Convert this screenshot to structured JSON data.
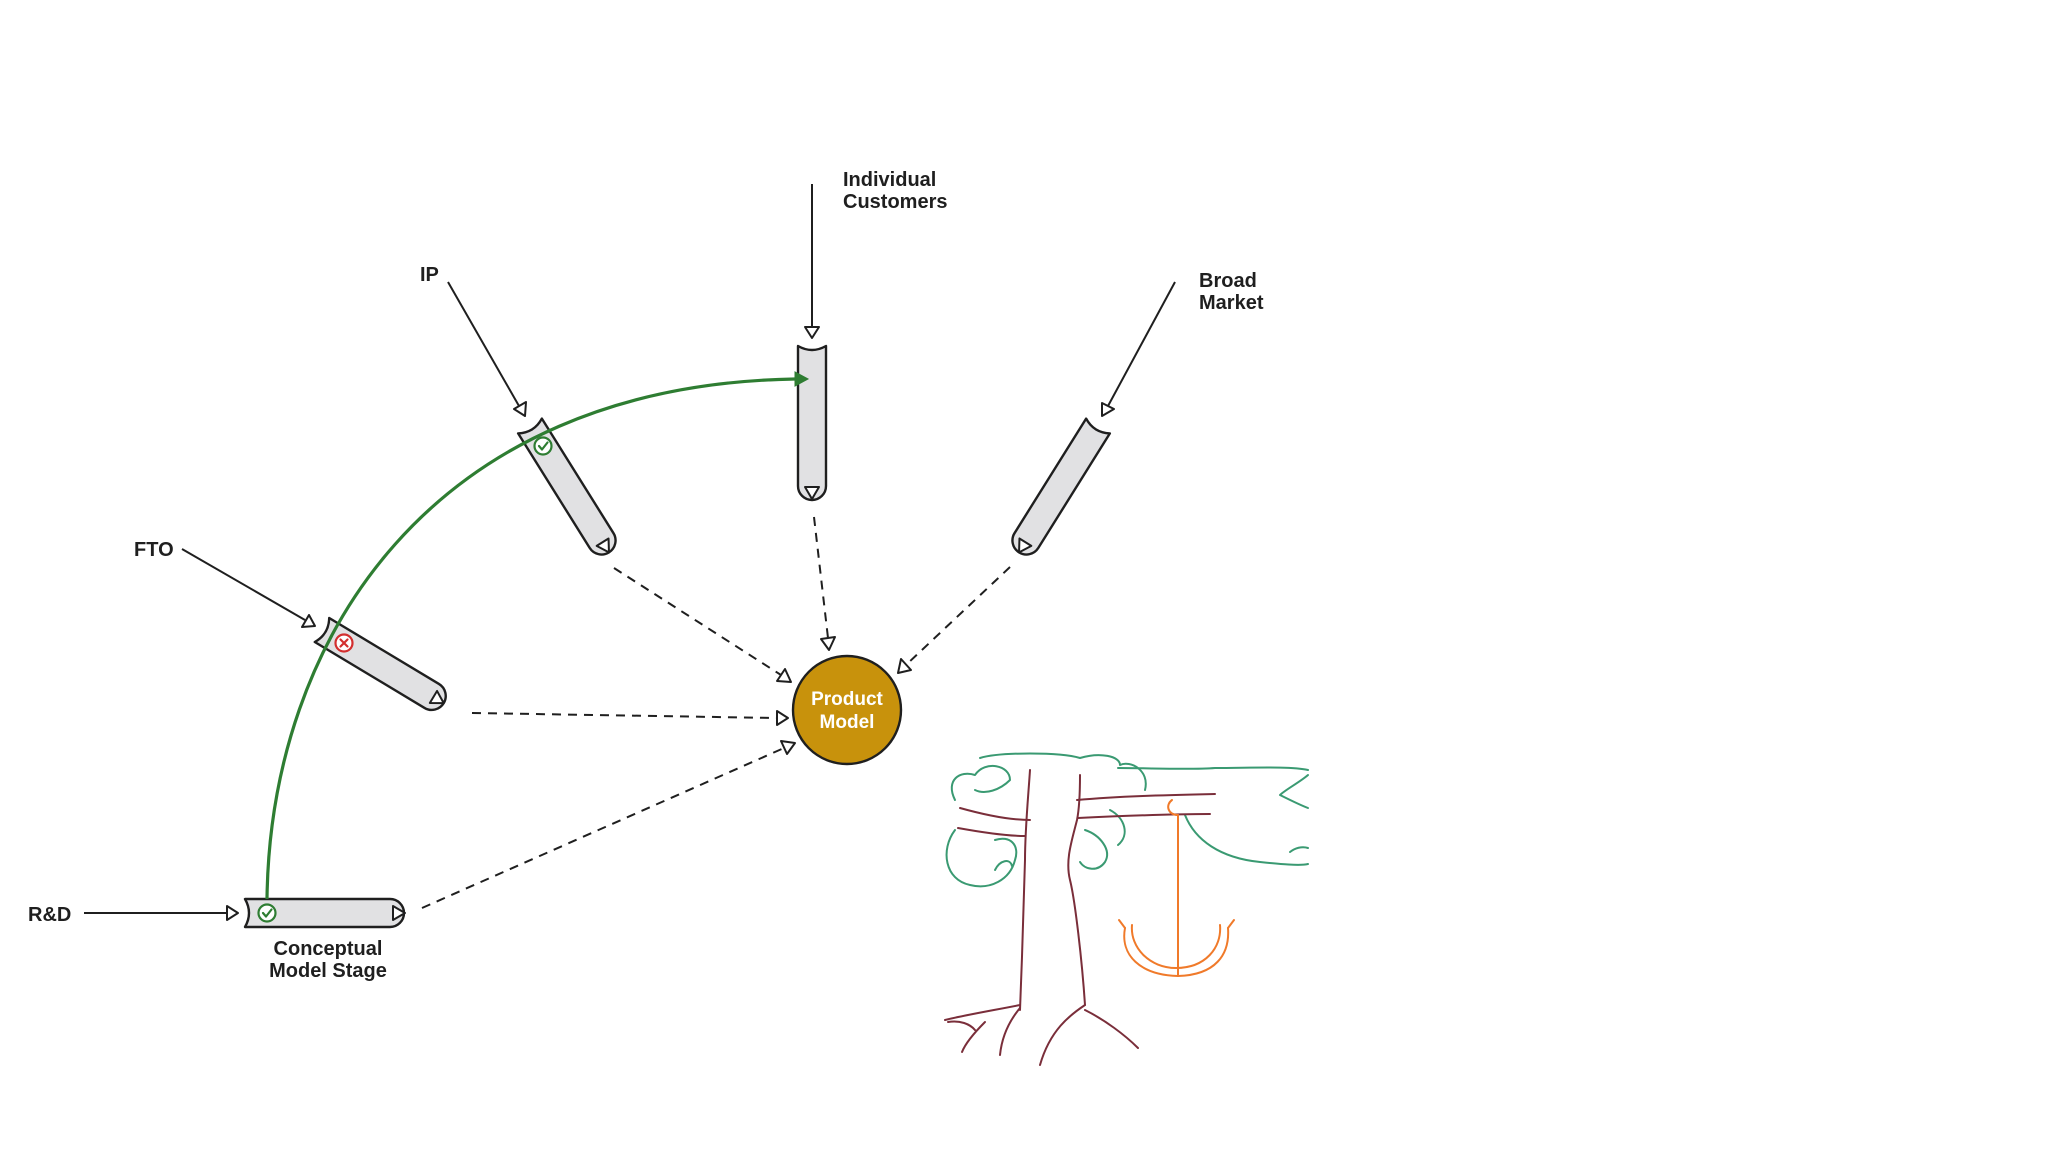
{
  "diagram": {
    "center": {
      "line1": "Product",
      "line2": "Model",
      "color": "#c8920c"
    },
    "sources": {
      "rd": "R&D",
      "fto": "FTO",
      "ip": "IP",
      "individual_line1": "Individual",
      "individual_line2": "Customers",
      "broad_line1": "Broad",
      "broad_line2": "Market"
    },
    "stage_label_line1": "Conceptual",
    "stage_label_line2": "Model Stage",
    "status_icons": {
      "rd": "check-icon",
      "fto": "cross-icon",
      "ip": "check-icon"
    },
    "colors": {
      "progress_path": "#2e7d32",
      "pipe_fill": "#e1e1e3",
      "fail": "#d32f2f",
      "sketch_foliage": "#3a9a72",
      "sketch_trunk": "#7a2e3a",
      "sketch_anchor": "#f07a2a"
    }
  }
}
